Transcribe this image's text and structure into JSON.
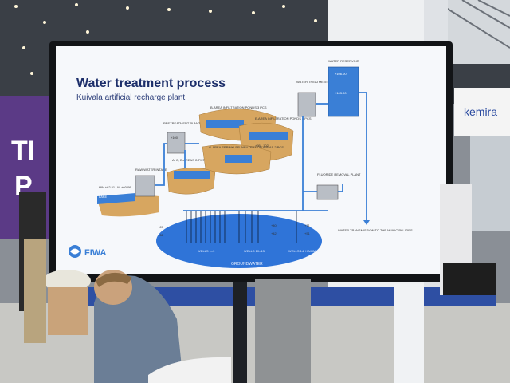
{
  "colors": {
    "accent": "#3a7fd6",
    "screen_bg": "#f6f8fb",
    "ground": "#d7a660",
    "groundwater": "#2f74d8",
    "facade_blue": "#2e4fa3",
    "booth_purple": "#5b3a86"
  },
  "slide": {
    "title": "Water treatment process",
    "subtitle": "Kuivala artificial recharge plant",
    "logo_text": "FIWA",
    "labels": {
      "reservoir": "WATER RESERVOIR",
      "reservoir_top": "+106.00",
      "reservoir_mid": "+103.00",
      "treatment_unit": "WATER TREATMENT UNIT",
      "pretreatment": "PRETREATMENT PLANT",
      "pretreatment_level": "+100",
      "raw_intake": "RAW WATER INTAKE",
      "lake": "LAKE",
      "lake_levels": "HW +62.51 LW +60.06",
      "area_a": "A, C, D-AREAS INFILTRATION PONDS 6 PCS",
      "area_b": "B-AREA INFILTRATION PONDS 3 PCS",
      "area_e": "E-AREA INFILTRATION PONDS 8 PCS",
      "area_g": "G-AREA SPRINKLER INFILTRATION AREAS 2 PCS",
      "area_levels": "+95...102",
      "fluoride": "FLUORIDE REMOVAL PLANT",
      "transmission": "WATER TRANSMISSION TO THE MUNICIPALITIES",
      "groundwater": "GROUNDWATER",
      "wells_1": "WELLS 1–9",
      "wells_2": "WELLS 10–13",
      "wells_3": "WELLS 14, HA/HM-14",
      "lvl_67": "+67",
      "lvl_62": "+62",
      "lvl_40": "+40",
      "lvl_42": "+42",
      "lvl_51": "+51",
      "lvl_71": "+71"
    }
  },
  "booth": {
    "letters_1": "TI",
    "letters_2": "P",
    "kemira": "kemira"
  }
}
